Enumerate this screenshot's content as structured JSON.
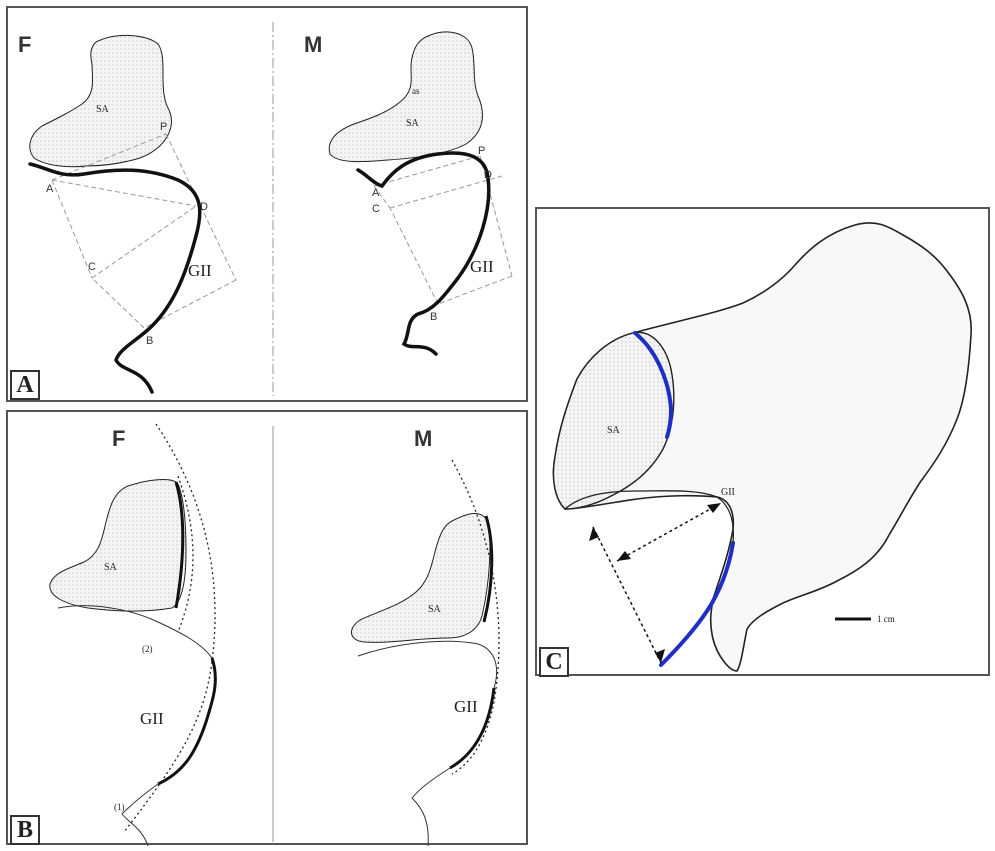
{
  "panel_a": {
    "letter": "A",
    "left": {
      "sex": "F",
      "sa": "SA",
      "gii": "GII",
      "points": [
        "A",
        "P",
        "D",
        "C",
        "B"
      ]
    },
    "right": {
      "sex": "M",
      "sa": "SA",
      "as": "as",
      "gii": "GII",
      "points": [
        "A",
        "P",
        "D",
        "C",
        "B"
      ]
    }
  },
  "panel_b": {
    "letter": "B",
    "left": {
      "sex": "F",
      "sa": "SA",
      "gii": "GII",
      "note2": "(2)",
      "note1": "(1)"
    },
    "right": {
      "sex": "M",
      "sa": "SA",
      "gii": "GII"
    }
  },
  "panel_c": {
    "letter": "C",
    "sa": "SA",
    "gii": "GII",
    "scale": "1 cm",
    "colors": {
      "highlight": "#1f2fc4"
    }
  }
}
